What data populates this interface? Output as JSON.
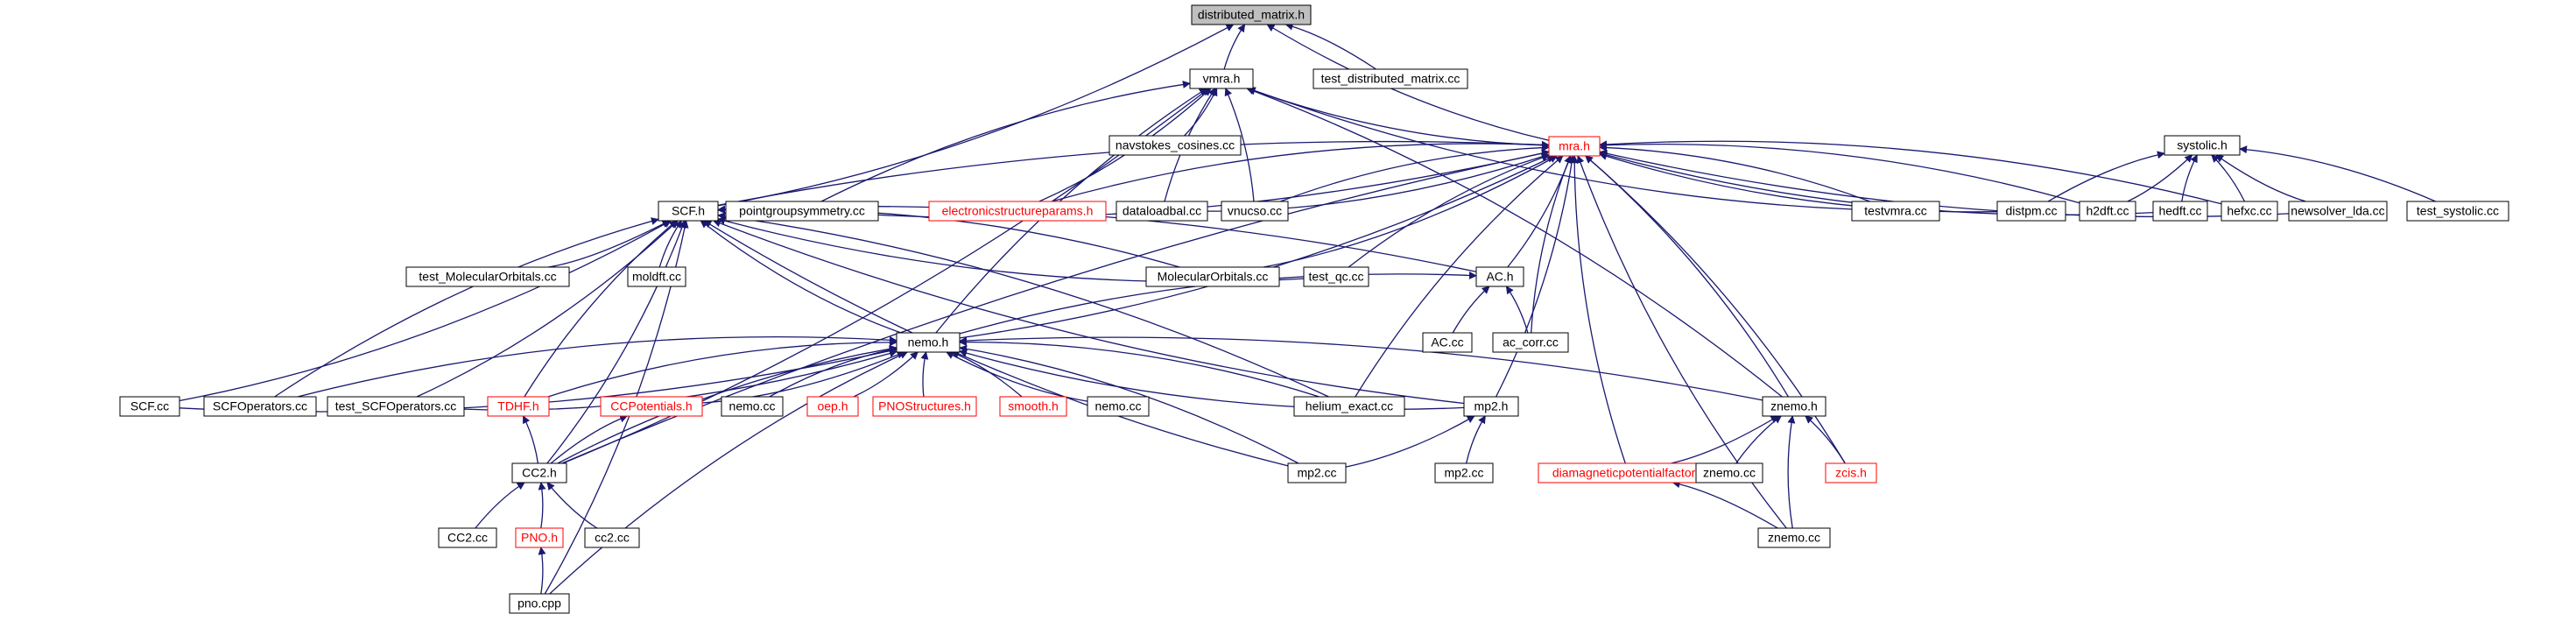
{
  "nodes": [
    {
      "id": "distributed_matrix",
      "label": "distributed_matrix.h",
      "root": true
    },
    {
      "id": "vmra",
      "label": "vmra.h"
    },
    {
      "id": "test_distributed_matrix",
      "label": "test_distributed_matrix.cc"
    },
    {
      "id": "mra",
      "label": "mra.h",
      "red": true
    },
    {
      "id": "navstokes",
      "label": "navstokes_cosines.cc"
    },
    {
      "id": "systolic",
      "label": "systolic.h"
    },
    {
      "id": "scf",
      "label": "SCF.h"
    },
    {
      "id": "pointgroup",
      "label": "pointgroupsymmetry.cc"
    },
    {
      "id": "electronic",
      "label": "electronicstructureparams.h",
      "red": true
    },
    {
      "id": "dataloadbal",
      "label": "dataloadbal.cc"
    },
    {
      "id": "vnucso",
      "label": "vnucso.cc"
    },
    {
      "id": "testvmra",
      "label": "testvmra.cc"
    },
    {
      "id": "distpm",
      "label": "distpm.cc"
    },
    {
      "id": "h2dft",
      "label": "h2dft.cc"
    },
    {
      "id": "hedft",
      "label": "hedft.cc"
    },
    {
      "id": "hefxc",
      "label": "hefxc.cc"
    },
    {
      "id": "newsolver",
      "label": "newsolver_lda.cc"
    },
    {
      "id": "test_systolic",
      "label": "test_systolic.cc"
    },
    {
      "id": "test_mo",
      "label": "test_MolecularOrbitals.cc"
    },
    {
      "id": "moldft",
      "label": "moldft.cc"
    },
    {
      "id": "molorb",
      "label": "MolecularOrbitals.cc"
    },
    {
      "id": "test_qc",
      "label": "test_qc.cc"
    },
    {
      "id": "ac_h",
      "label": "AC.h"
    },
    {
      "id": "nemo_h",
      "label": "nemo.h"
    },
    {
      "id": "ac_cc",
      "label": "AC.cc"
    },
    {
      "id": "ac_corr",
      "label": "ac_corr.cc"
    },
    {
      "id": "scf_cc",
      "label": "SCF.cc"
    },
    {
      "id": "scfops",
      "label": "SCFOperators.cc"
    },
    {
      "id": "test_scfops",
      "label": "test_SCFOperators.cc"
    },
    {
      "id": "tdhf",
      "label": "TDHF.h",
      "red": true
    },
    {
      "id": "ccpot",
      "label": "CCPotentials.h",
      "red": true
    },
    {
      "id": "nemo_cc1",
      "label": "nemo.cc"
    },
    {
      "id": "oep",
      "label": "oep.h",
      "red": true
    },
    {
      "id": "pnostruct",
      "label": "PNOStructures.h",
      "red": true
    },
    {
      "id": "smooth",
      "label": "smooth.h",
      "red": true
    },
    {
      "id": "nemo_cc2",
      "label": "nemo.cc"
    },
    {
      "id": "helium",
      "label": "helium_exact.cc"
    },
    {
      "id": "mp2_h",
      "label": "mp2.h"
    },
    {
      "id": "znemo_h",
      "label": "znemo.h"
    },
    {
      "id": "cc2_h",
      "label": "CC2.h"
    },
    {
      "id": "mp2_cc1",
      "label": "mp2.cc"
    },
    {
      "id": "mp2_cc2",
      "label": "mp2.cc"
    },
    {
      "id": "diamag",
      "label": "diamagneticpotentialfactor.h",
      "red": true
    },
    {
      "id": "znemo_cc1",
      "label": "znemo.cc"
    },
    {
      "id": "zcis",
      "label": "zcis.h",
      "red": true
    },
    {
      "id": "cc2_cc1",
      "label": "CC2.cc"
    },
    {
      "id": "pno_h",
      "label": "PNO.h",
      "red": true
    },
    {
      "id": "cc2_cc2",
      "label": "cc2.cc"
    },
    {
      "id": "znemo_cc2",
      "label": "znemo.cc"
    },
    {
      "id": "pno_cpp",
      "label": "pno.cpp"
    }
  ],
  "edges": [
    [
      "vmra",
      "distributed_matrix"
    ],
    [
      "test_distributed_matrix",
      "distributed_matrix"
    ],
    [
      "mra",
      "distributed_matrix"
    ],
    [
      "scf",
      "distributed_matrix"
    ],
    [
      "mra",
      "vmra"
    ],
    [
      "navstokes",
      "vmra"
    ],
    [
      "pointgroup",
      "vmra"
    ],
    [
      "electronic",
      "vmra"
    ],
    [
      "dataloadbal",
      "vmra"
    ],
    [
      "vnucso",
      "vmra"
    ],
    [
      "testvmra",
      "vmra"
    ],
    [
      "cc2_h",
      "vmra"
    ],
    [
      "nemo_h",
      "vmra"
    ],
    [
      "znemo_h",
      "vmra"
    ],
    [
      "scf",
      "mra"
    ],
    [
      "pointgroup",
      "mra"
    ],
    [
      "electronic",
      "mra"
    ],
    [
      "dataloadbal",
      "mra"
    ],
    [
      "vnucso",
      "mra"
    ],
    [
      "testvmra",
      "mra"
    ],
    [
      "distpm",
      "mra"
    ],
    [
      "h2dft",
      "mra"
    ],
    [
      "hedft",
      "mra"
    ],
    [
      "hefxc",
      "mra"
    ],
    [
      "newsolver",
      "mra"
    ],
    [
      "molorb",
      "mra"
    ],
    [
      "test_qc",
      "mra"
    ],
    [
      "ac_h",
      "mra"
    ],
    [
      "ac_corr",
      "mra"
    ],
    [
      "nemo_h",
      "mra"
    ],
    [
      "helium",
      "mra"
    ],
    [
      "mp2_h",
      "mra"
    ],
    [
      "cc2_h",
      "mra"
    ],
    [
      "znemo_h",
      "mra"
    ],
    [
      "diamag",
      "mra"
    ],
    [
      "zcis",
      "mra"
    ],
    [
      "znemo_cc2",
      "mra"
    ],
    [
      "h2dft",
      "systolic"
    ],
    [
      "hedft",
      "systolic"
    ],
    [
      "hefxc",
      "systolic"
    ],
    [
      "newsolver",
      "systolic"
    ],
    [
      "test_systolic",
      "systolic"
    ],
    [
      "distpm",
      "systolic"
    ],
    [
      "test_mo",
      "scf"
    ],
    [
      "moldft",
      "scf"
    ],
    [
      "molorb",
      "scf"
    ],
    [
      "test_qc",
      "scf"
    ],
    [
      "ac_h",
      "scf"
    ],
    [
      "nemo_h",
      "scf"
    ],
    [
      "scf_cc",
      "scf"
    ],
    [
      "scfops",
      "scf"
    ],
    [
      "test_scfops",
      "scf"
    ],
    [
      "tdhf",
      "scf"
    ],
    [
      "helium",
      "scf"
    ],
    [
      "mp2_h",
      "scf"
    ],
    [
      "cc2_h",
      "scf"
    ],
    [
      "mp2_cc1",
      "scf"
    ],
    [
      "pno_cpp",
      "scf"
    ],
    [
      "ac_cc",
      "ac_h"
    ],
    [
      "ac_corr",
      "ac_h"
    ],
    [
      "nemo_h",
      "ac_h"
    ],
    [
      "scf_cc",
      "nemo_h"
    ],
    [
      "scfops",
      "nemo_h"
    ],
    [
      "test_scfops",
      "nemo_h"
    ],
    [
      "tdhf",
      "nemo_h"
    ],
    [
      "ccpot",
      "nemo_h"
    ],
    [
      "nemo_cc1",
      "nemo_h"
    ],
    [
      "oep",
      "nemo_h"
    ],
    [
      "pnostruct",
      "nemo_h"
    ],
    [
      "smooth",
      "nemo_h"
    ],
    [
      "nemo_cc2",
      "nemo_h"
    ],
    [
      "helium",
      "nemo_h"
    ],
    [
      "mp2_h",
      "nemo_h"
    ],
    [
      "znemo_h",
      "nemo_h"
    ],
    [
      "cc2_h",
      "nemo_h"
    ],
    [
      "mp2_cc1",
      "nemo_h"
    ],
    [
      "pno_cpp",
      "nemo_h"
    ],
    [
      "cc2_h",
      "tdhf"
    ],
    [
      "cc2_h",
      "ccpot"
    ],
    [
      "mp2_cc1",
      "mp2_h"
    ],
    [
      "mp2_cc2",
      "mp2_h"
    ],
    [
      "diamag",
      "znemo_h"
    ],
    [
      "znemo_cc1",
      "znemo_h"
    ],
    [
      "zcis",
      "znemo_h"
    ],
    [
      "znemo_cc2",
      "znemo_h"
    ],
    [
      "znemo_cc2",
      "diamag"
    ],
    [
      "cc2_cc1",
      "cc2_h"
    ],
    [
      "pno_h",
      "cc2_h"
    ],
    [
      "cc2_cc2",
      "cc2_h"
    ],
    [
      "pno_cpp",
      "pno_h"
    ]
  ]
}
